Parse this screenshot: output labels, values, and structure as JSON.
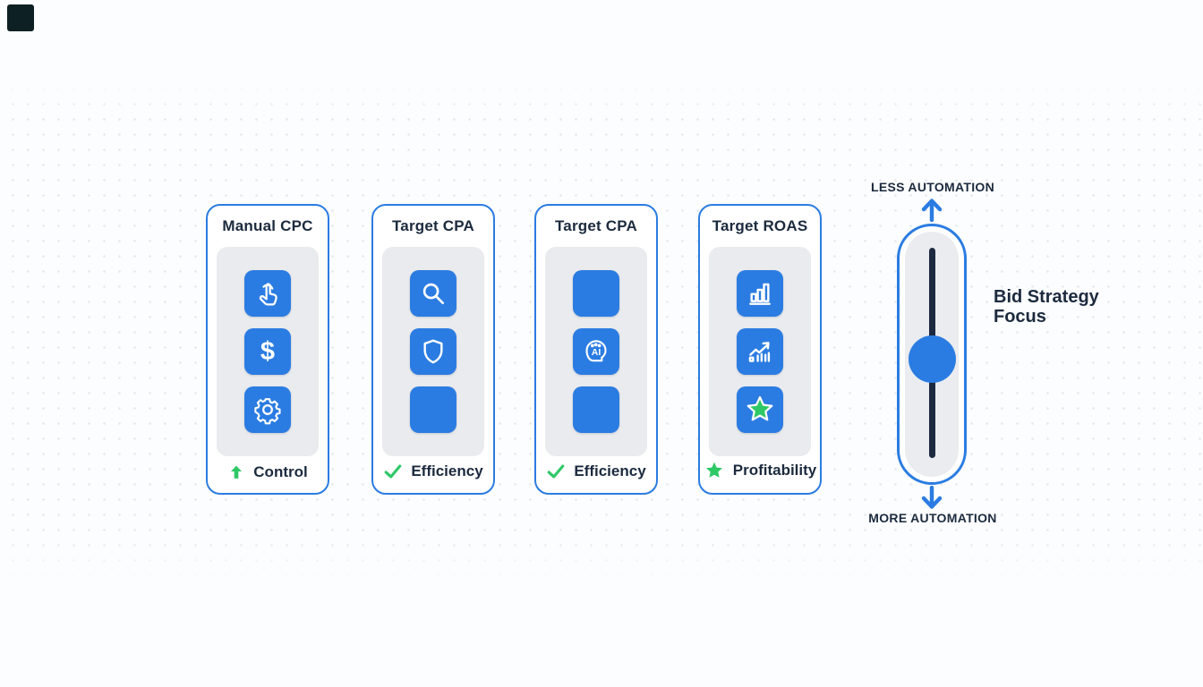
{
  "colors": {
    "accent_blue": "#2b7ce2",
    "ink": "#1c2a3e",
    "green": "#2ec866",
    "panel_gray": "#e9ebee",
    "track_dark": "#1c2940",
    "logo_dark": "#0d2124",
    "bg": "#fcfdfe"
  },
  "icons": {
    "dollar_glyph": "$"
  },
  "cards": [
    {
      "title": "Manual CPC",
      "tile_icons": [
        "tap-icon",
        "dollar-icon",
        "gear-icon"
      ],
      "footer_icon": "arrow-up-icon",
      "footer_label": "Control"
    },
    {
      "title": "Target CPA",
      "tile_icons": [
        "search-icon",
        "shield-icon",
        "blank-tile"
      ],
      "footer_icon": "check-icon",
      "footer_label": "Efficiency"
    },
    {
      "title": "Target CPA",
      "tile_icons": [
        "blank-tile",
        "ai-brain-icon",
        "blank-tile"
      ],
      "footer_icon": "check-icon",
      "footer_label": "Efficiency"
    },
    {
      "title": "Target ROAS",
      "tile_icons": [
        "bar-chart-icon",
        "trend-up-icon",
        "star-icon"
      ],
      "footer_icon": "star-icon",
      "footer_label": "Profitability"
    }
  ],
  "slider": {
    "top_label": "LESS AUTOMATION",
    "bottom_label": "MORE AUTOMATION",
    "side_label": "Bid Strategy Focus"
  }
}
